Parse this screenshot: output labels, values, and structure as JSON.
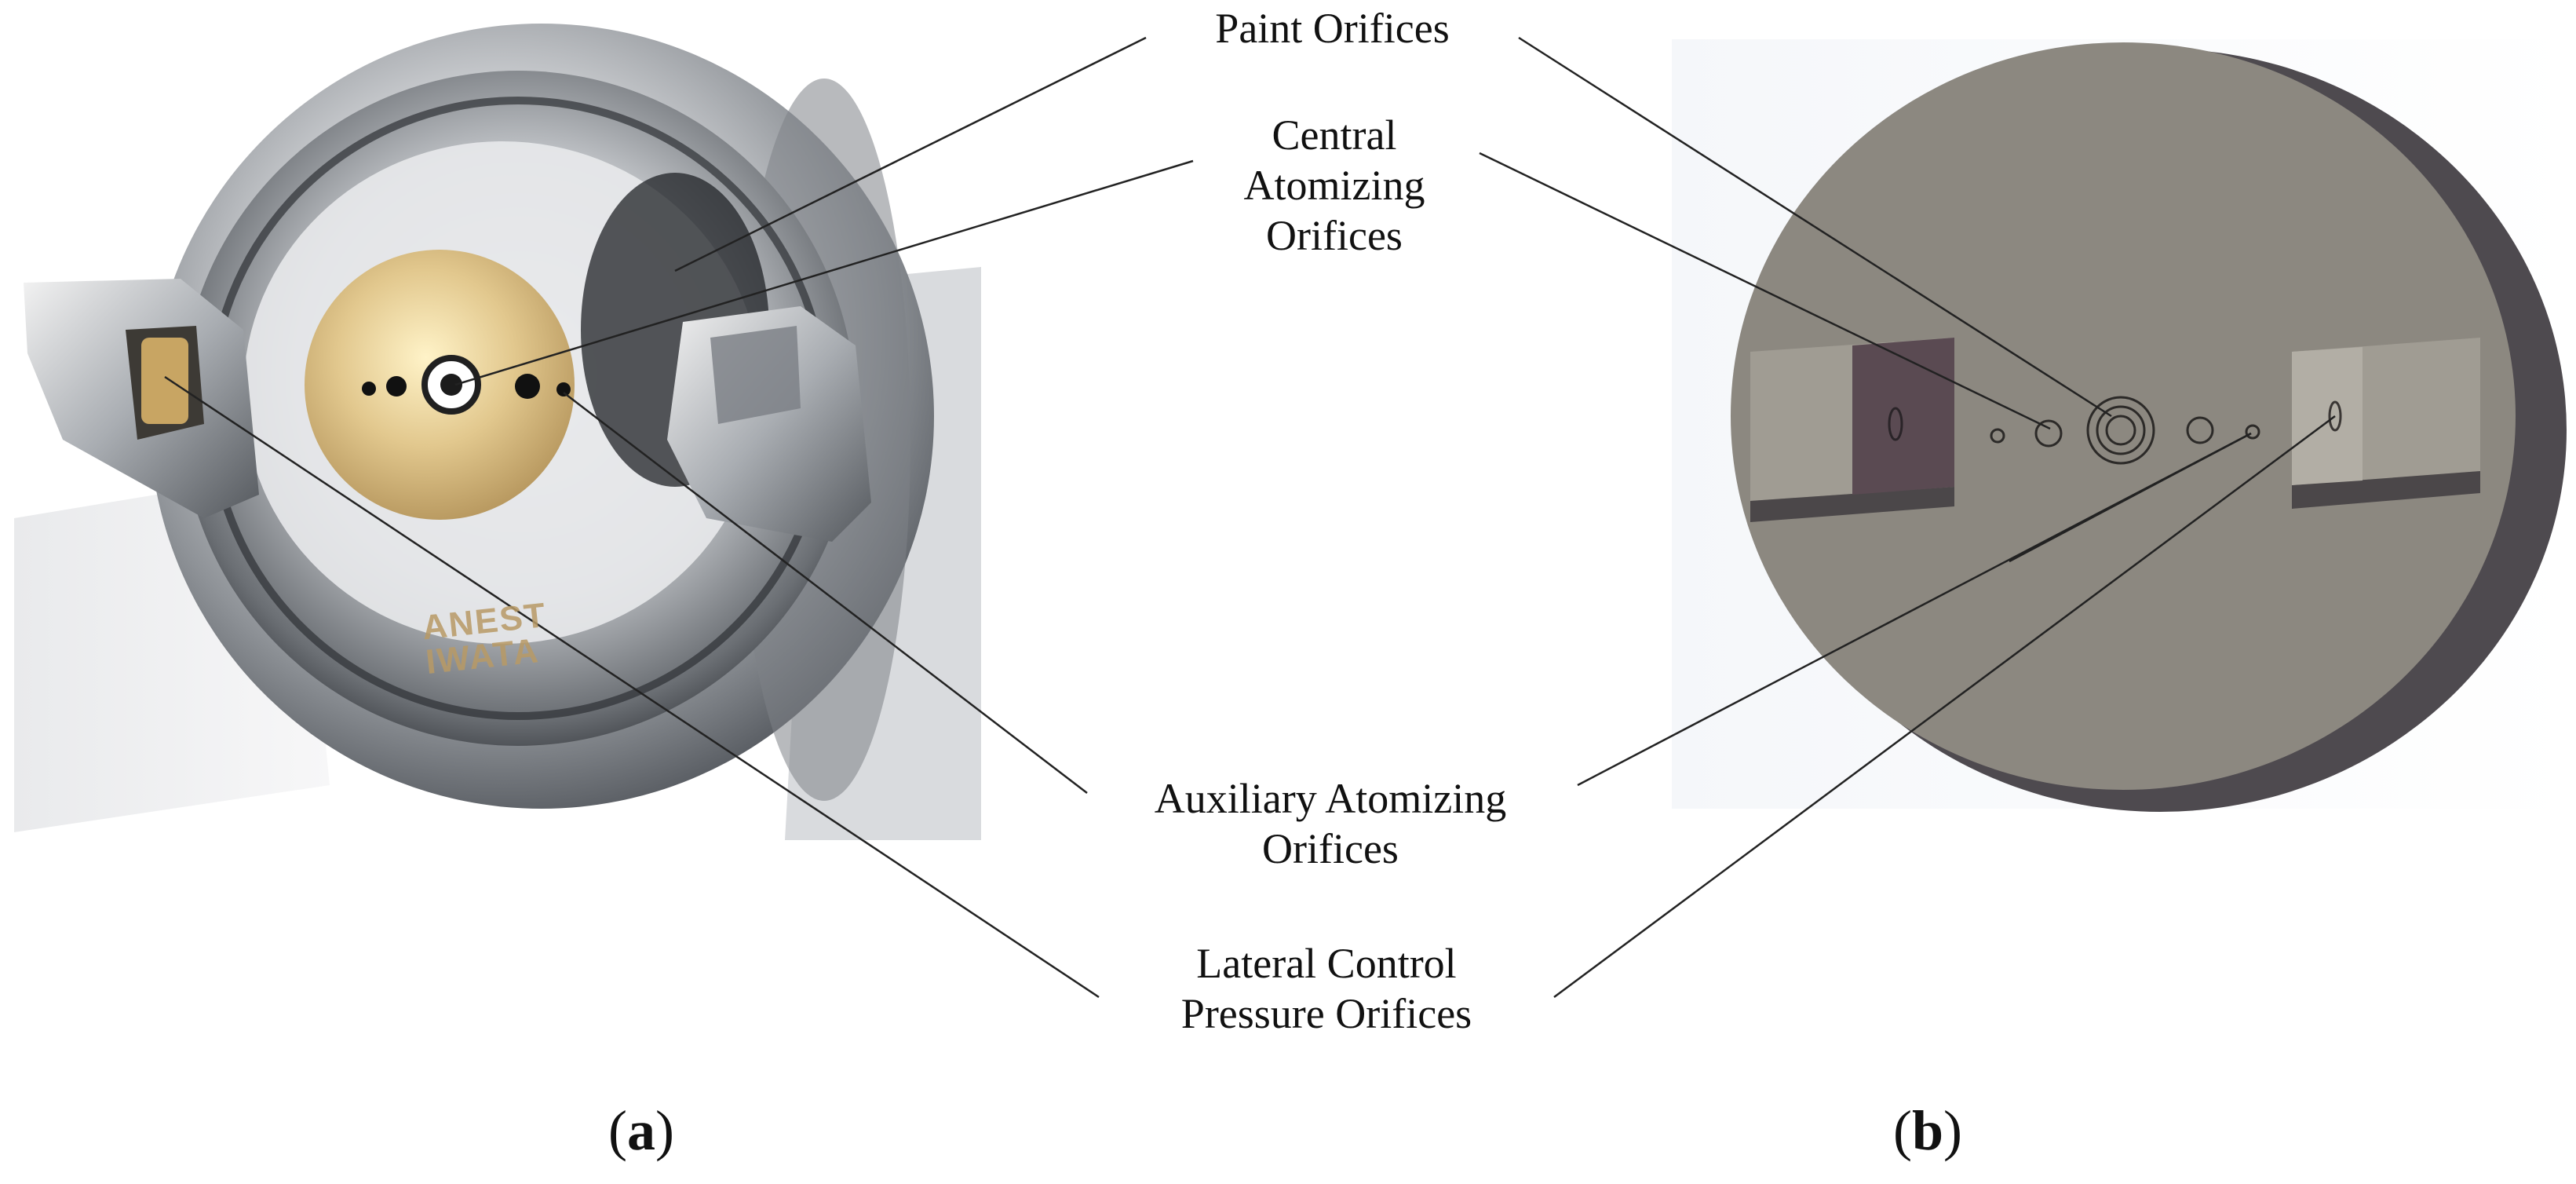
{
  "labels": {
    "paint": "Paint Orifices",
    "central_1": "Central",
    "central_2": "Atomizing",
    "central_3": "Orifices",
    "aux_1": "Auxiliary Atomizing",
    "aux_2": "Orifices",
    "lateral_1": "Lateral Control",
    "lateral_2": "Pressure Orifices"
  },
  "captions": {
    "a": "a",
    "b": "b"
  },
  "brand": {
    "line1": "ANEST",
    "line2": "IWATA"
  },
  "colors": {
    "brass": "#d8c08a",
    "chrome": "#c9ccd0",
    "model_face": "#8c8880",
    "model_block": "#a09c93",
    "model_recess": "#5a4a52",
    "leader": "#222222"
  }
}
